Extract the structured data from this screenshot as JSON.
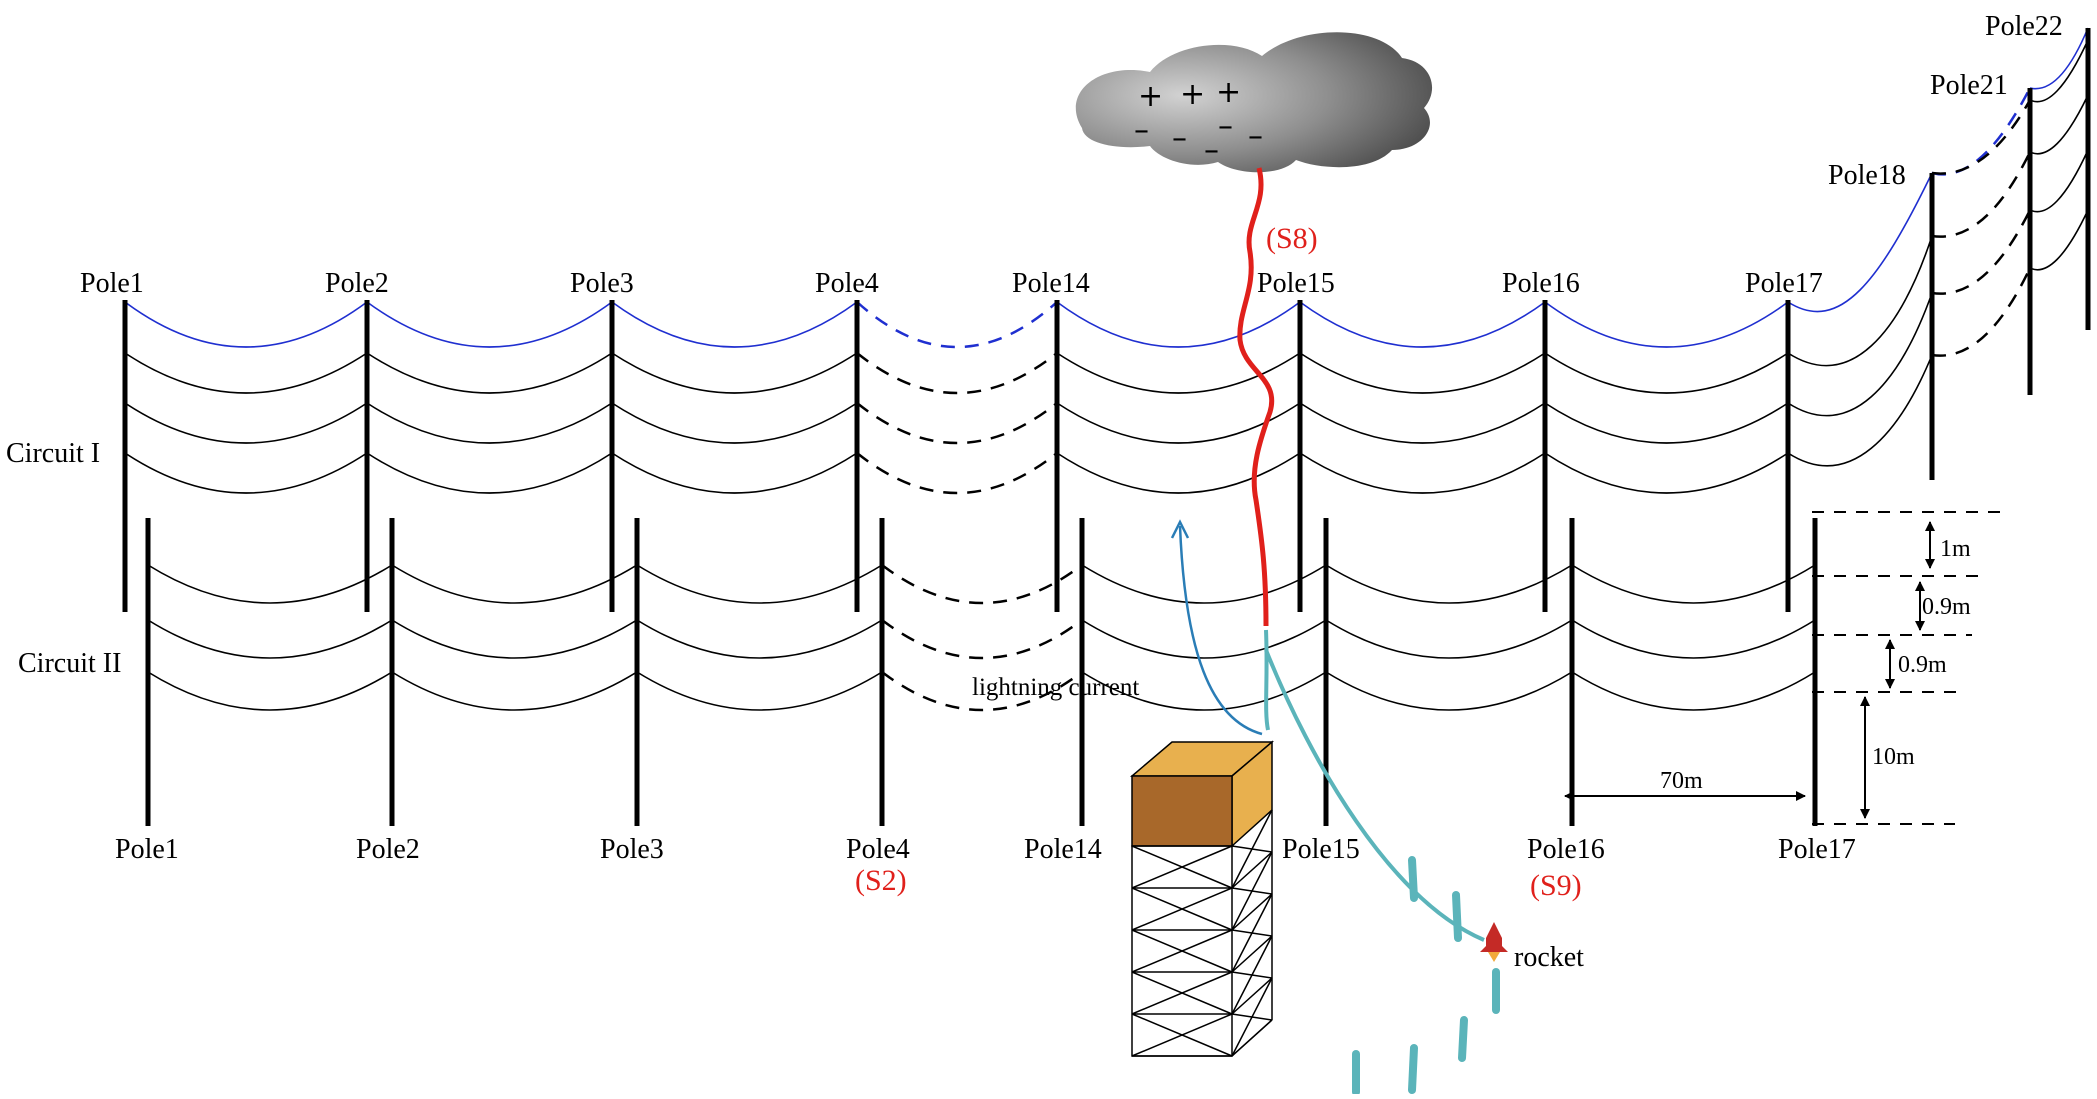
{
  "top_poles": [
    "Pole1",
    "Pole2",
    "Pole3",
    "Pole4",
    "Pole14",
    "Pole15",
    "Pole16",
    "Pole17"
  ],
  "bottom_poles": [
    "Pole1",
    "Pole2",
    "Pole3",
    "Pole4",
    "Pole14",
    "Pole15",
    "Pole16",
    "Pole17"
  ],
  "far_poles": {
    "pole18": "Pole18",
    "pole21": "Pole21",
    "pole22": "Pole22"
  },
  "circuits": {
    "one": "Circuit I",
    "two": "Circuit II"
  },
  "stations": {
    "s8": "(S8)",
    "s2": "(S2)",
    "s9": "(S9)"
  },
  "labels": {
    "lightning_current": "lightning current",
    "rocket": "rocket"
  },
  "dimensions": {
    "d1": "1m",
    "d2": "0.9m",
    "d3": "0.9m",
    "d4": "10m",
    "span": "70m"
  },
  "cloud": {
    "plus": "+",
    "minus": "–"
  },
  "colors": {
    "wire": "#000000",
    "shield_wire": "#1f2fd0",
    "lightning": "#e0201b",
    "induced_current": "#2a7db6",
    "trigger_wire": "#5bb4ba",
    "tower_roof": "#e8b04e",
    "tower_side": "#a8682a"
  }
}
